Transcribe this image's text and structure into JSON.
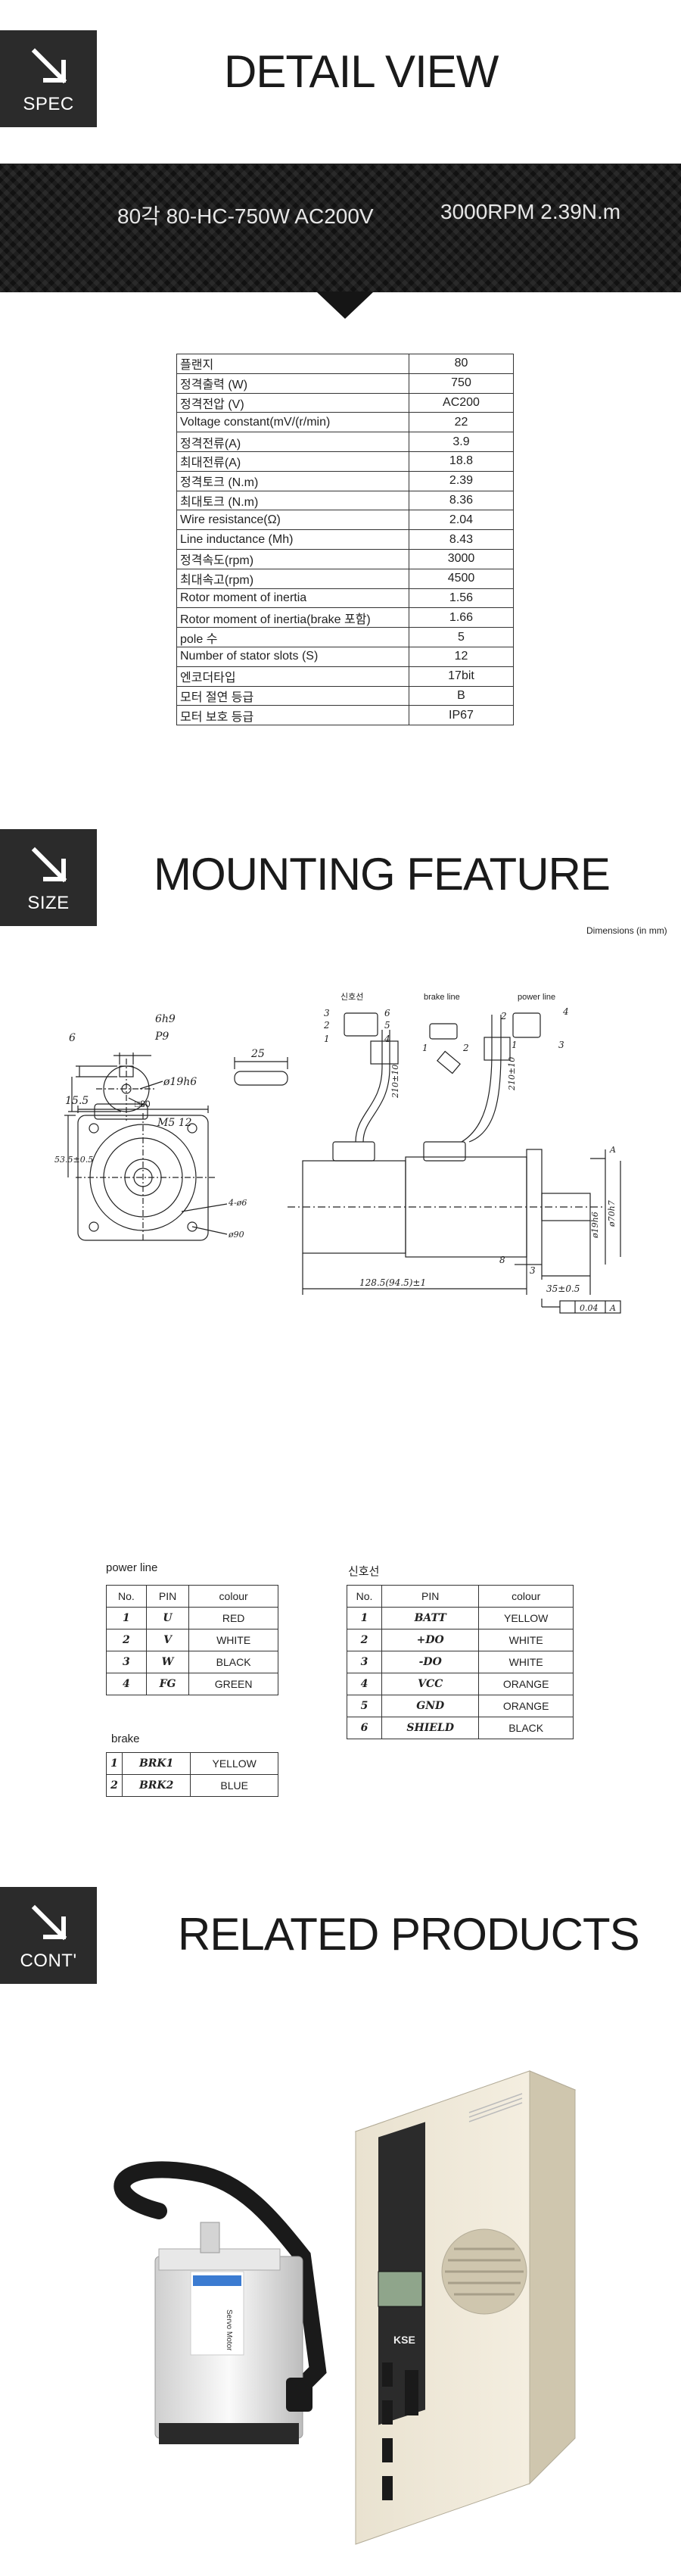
{
  "spec_section": {
    "badge": "SPEC",
    "title": "DETAIL VIEW",
    "banner": {
      "model": "80각 80-HC-750W AC200V",
      "rating": "3000RPM   2.39N.m"
    }
  },
  "spec_table": [
    {
      "k": "플랜지",
      "v": "80"
    },
    {
      "k": "정격출력 (W)",
      "v": "750"
    },
    {
      "k": "정격전압 (V)",
      "v": "AC200"
    },
    {
      "k": "Voltage constant(mV/(r/min)",
      "v": "22"
    },
    {
      "k": "정격전류(A)",
      "v": "3.9"
    },
    {
      "k": "최대전류(A)",
      "v": "18.8"
    },
    {
      "k": "정격토크 (N.m)",
      "v": "2.39"
    },
    {
      "k": "최대토크 (N.m)",
      "v": "8.36"
    },
    {
      "k": "Wire resistance(Ω)",
      "v": "2.04"
    },
    {
      "k": "Line inductance  (Mh)",
      "v": "8.43"
    },
    {
      "k": "정격속도(rpm)",
      "v": "3000"
    },
    {
      "k": "최대속고(rpm)",
      "v": "4500"
    },
    {
      "k": "Rotor moment of inertia",
      "v": "1.56"
    },
    {
      "k": "Rotor moment of inertia(brake 포함)",
      "v": "1.66"
    },
    {
      "k": "pole 수",
      "v": "5"
    },
    {
      "k": "Number of stator slots (S)",
      "v": "12"
    },
    {
      "k": "엔코더타입",
      "v": "17bit"
    },
    {
      "k": "모터 절연 등급",
      "v": "B"
    },
    {
      "k": "모터 보호 등급",
      "v": "IP67"
    }
  ],
  "size_section": {
    "badge": "SIZE",
    "title": "MOUNTING FEATURE",
    "dims_note": "Dimensions (in mm)"
  },
  "drawing": {
    "shaft_key": "6h9",
    "shaft_p": "P9",
    "shaft_dia": "ø19h6",
    "shaft_m": "M5   12",
    "dim_6": "6",
    "dim_155": "15.5",
    "dim_25": "25",
    "flange_sq": "□80",
    "flange_dia": "53.5±0.5",
    "hole_90": "ø90",
    "hole_4": "4-ø6",
    "conn_signal": "신호선",
    "conn_brake": "brake line",
    "conn_power": "power line",
    "cable_len_1": "210±10",
    "cable_len_2": "210±10",
    "body_len": "128.5(94.5)±1",
    "dim_8": "8",
    "dim_3": "3",
    "shaft_len": "35±0.5",
    "dia_70": "ø70h7",
    "dia_19": "ø19h6",
    "tol": "0.04",
    "tol_ref": "A",
    "datum": "A",
    "pin_s": [
      "3",
      "6",
      "2",
      "5",
      "1",
      "4"
    ],
    "pin_b": [
      "1",
      "2"
    ],
    "pin_p": [
      "2",
      "4",
      "1",
      "3"
    ]
  },
  "power_table": {
    "title": "power line",
    "headers": [
      "No.",
      "PIN",
      "colour"
    ],
    "rows": [
      [
        "1",
        "U",
        "RED"
      ],
      [
        "2",
        "V",
        "WHITE"
      ],
      [
        "3",
        "W",
        "BLACK"
      ],
      [
        "4",
        "FG",
        "GREEN"
      ]
    ]
  },
  "brake_table": {
    "title": "brake",
    "rows": [
      [
        "1",
        "BRK1",
        "YELLOW"
      ],
      [
        "2",
        "BRK2",
        "BLUE"
      ]
    ]
  },
  "signal_table": {
    "title": "신호선",
    "headers": [
      "No.",
      "PIN",
      "colour"
    ],
    "rows": [
      [
        "1",
        "BATT",
        "YELLOW"
      ],
      [
        "2",
        "+DO",
        "WHITE"
      ],
      [
        "3",
        "-DO",
        "WHITE"
      ],
      [
        "4",
        "VCC",
        "ORANGE"
      ],
      [
        "5",
        "GND",
        "ORANGE"
      ],
      [
        "6",
        "SHIELD",
        "BLACK"
      ]
    ]
  },
  "cont_section": {
    "badge": "CONT'",
    "title": "RELATED PRODUCTS"
  },
  "products": {
    "motor_label": "Servo Motor",
    "drive_label": "KSE"
  }
}
